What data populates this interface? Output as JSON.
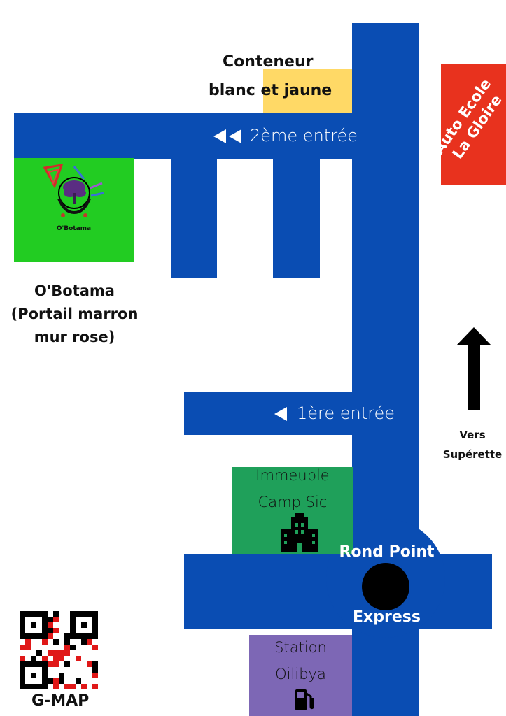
{
  "colors": {
    "road": "#0a4db3",
    "container": "#ffd966",
    "obotama_block": "#22cc22",
    "auto_ecole": "#e8321e",
    "immeuble": "#1fa05a",
    "station": "#7d67b5"
  },
  "labels": {
    "conteneur_line1": "Conteneur",
    "conteneur_line2a": "blanc ",
    "conteneur_line2b": "et jaune",
    "second_entry": "2ème entrée",
    "first_entry": "1ère entrée",
    "obotama_logo": "O'Botama",
    "obotama_line1": "O'Botama",
    "obotama_line2": "(Portail marron",
    "obotama_line3": "mur rose)",
    "auto_ecole_line1": "Auto Ecole",
    "auto_ecole_line2": "La Gloire",
    "vers": "Vers",
    "superette": "Supérette",
    "immeuble_line1": "Immeuble",
    "immeuble_line2": "Camp Sic",
    "rond_point": "Rond Point",
    "express": "Express",
    "station_line1": "Station",
    "station_line2": "Oilibya",
    "gmap": "G-MAP"
  },
  "icons": {
    "building": "building-icon",
    "fuel": "fuel-pump-icon",
    "arrow": "arrow-up-icon",
    "qr": "qr-code-icon",
    "logo": "obotama-logo-icon"
  }
}
